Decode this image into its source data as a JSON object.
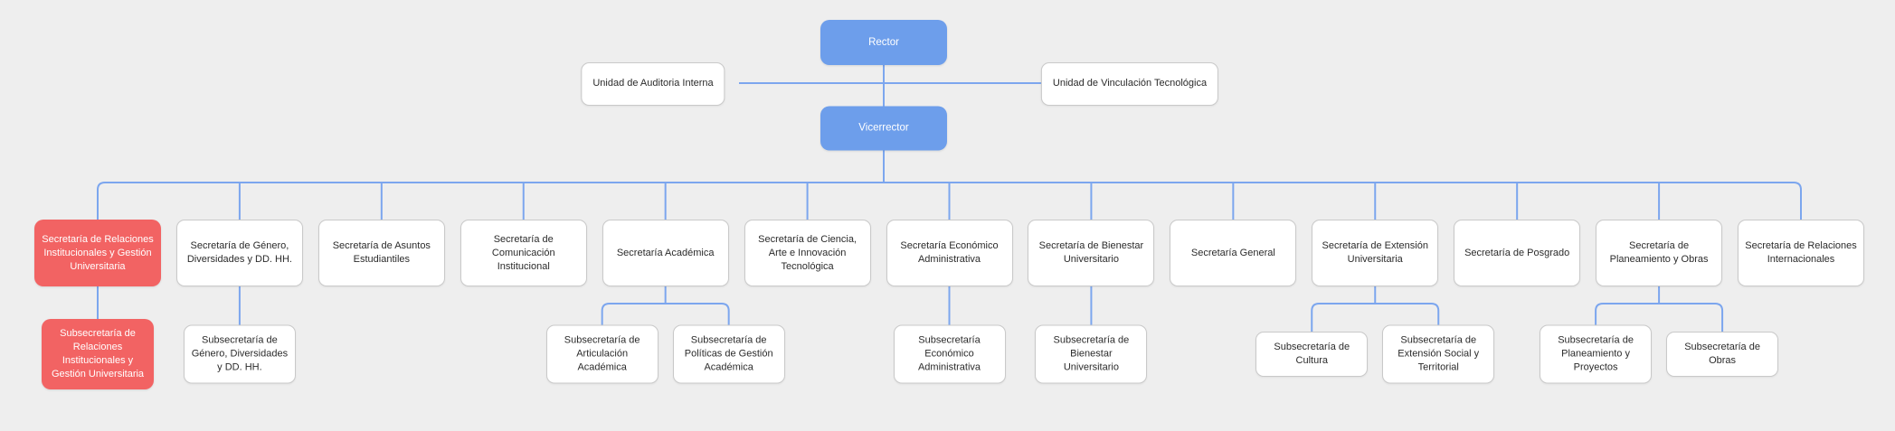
{
  "palette": {
    "background": "#eeeeee",
    "node_blue": "#6d9eeb",
    "node_red": "#f26363",
    "node_white": "#ffffff",
    "node_border": "#c9c9c9",
    "connector_line": "#7ca6ee",
    "text_dark": "#2b2b2b",
    "text_light": "#ffffff"
  },
  "org": {
    "rector": {
      "label": "Rector"
    },
    "vicerrector": {
      "label": "Vicerrector"
    },
    "staff_units": [
      {
        "label": "Unidad de Auditoria Interna",
        "side": "left"
      },
      {
        "label": "Unidad de Vinculación Tecnológica",
        "side": "right"
      }
    ],
    "secretarias": [
      {
        "label": "Secretaría de Relaciones Institucionales y Gestión Universitaria",
        "variant": "red",
        "subs": [
          {
            "label": "Subsecretaría de Relaciones Institucionales y Gestión Universitaria",
            "variant": "red"
          }
        ]
      },
      {
        "label": "Secretaría de Género, Diversidades y DD. HH.",
        "variant": "white",
        "subs": [
          {
            "label": "Subsecretaría de Género, Diversidades y DD. HH.",
            "variant": "white"
          }
        ]
      },
      {
        "label": "Secretaría de Asuntos Estudiantiles",
        "variant": "white",
        "subs": []
      },
      {
        "label": "Secretaría de Comunicación Institucional",
        "variant": "white",
        "subs": []
      },
      {
        "label": "Secretaría Académica",
        "variant": "white",
        "subs": [
          {
            "label": "Subsecretaría de Articulación Académica",
            "variant": "white"
          },
          {
            "label": "Subsecretaría de Políticas de Gestión Académica",
            "variant": "white"
          }
        ]
      },
      {
        "label": "Secretaría de Ciencia, Arte e Innovación Tecnológica",
        "variant": "white",
        "subs": []
      },
      {
        "label": "Secretaría Económico Administrativa",
        "variant": "white",
        "subs": [
          {
            "label": "Subsecretaría Económico Administrativa",
            "variant": "white"
          }
        ]
      },
      {
        "label": "Secretaría de Bienestar Universitario",
        "variant": "white",
        "subs": [
          {
            "label": "Subsecretaría de Bienestar Universitario",
            "variant": "white"
          }
        ]
      },
      {
        "label": "Secretaría General",
        "variant": "white",
        "subs": []
      },
      {
        "label": "Secretaría de Extensión Universitaria",
        "variant": "white",
        "subs": [
          {
            "label": "Subsecretaría de Cultura",
            "variant": "white"
          },
          {
            "label": "Subsecretaría de Extensión Social y Territorial",
            "variant": "white"
          }
        ]
      },
      {
        "label": "Secretaría de Posgrado",
        "variant": "white",
        "subs": []
      },
      {
        "label": "Secretaría de Planeamiento y Obras",
        "variant": "white",
        "subs": [
          {
            "label": "Subsecretaría de Planeamiento y Proyectos",
            "variant": "white"
          },
          {
            "label": "Subsecretaría de Obras",
            "variant": "white"
          }
        ]
      },
      {
        "label": "Secretaría de Relaciones Internacionales",
        "variant": "white",
        "subs": []
      }
    ]
  }
}
